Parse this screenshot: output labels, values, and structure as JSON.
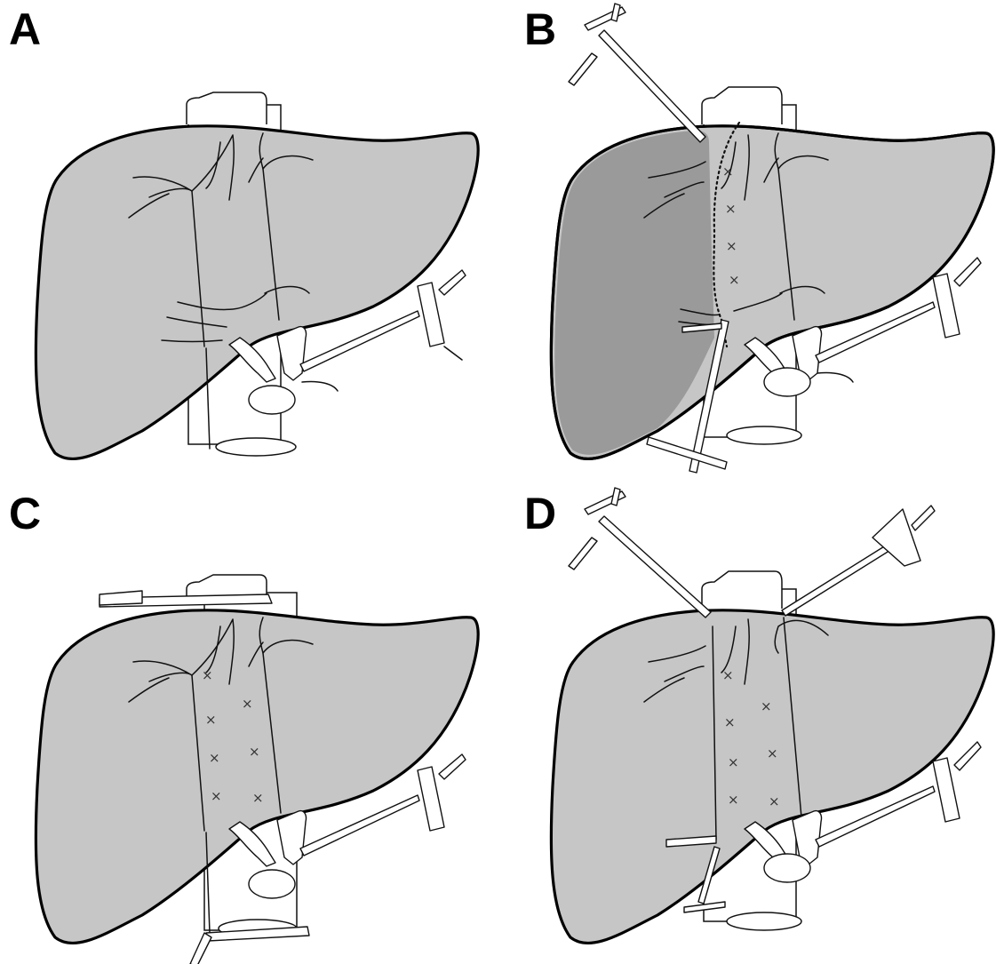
{
  "figure": {
    "panels": [
      {
        "id": "panel-a",
        "label": "A",
        "variant": "intact"
      },
      {
        "id": "panel-b",
        "label": "B",
        "variant": "left-split"
      },
      {
        "id": "panel-c",
        "label": "C",
        "variant": "ivc-clamped"
      },
      {
        "id": "panel-d",
        "label": "D",
        "variant": "veins-divided"
      }
    ],
    "marker_glyph": "×",
    "colors": {
      "liver_fill": "#c6c6c6",
      "liver_dark_fill": "#9a9a9a",
      "outline": "#000000",
      "background": "#ffffff"
    }
  }
}
